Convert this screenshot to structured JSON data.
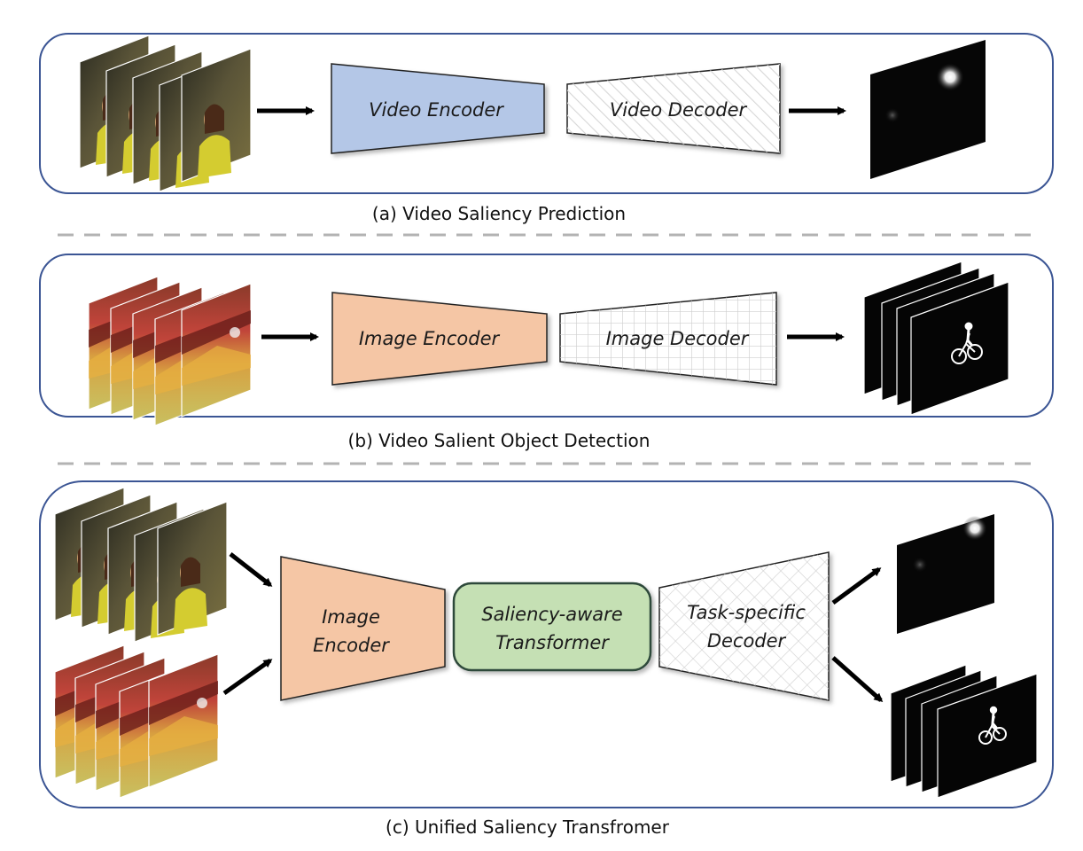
{
  "colors": {
    "panel_border": "#3b5594",
    "video_encoder_fill": "#b4c7e7",
    "image_encoder_fill": "#f5c6a5",
    "transformer_fill": "#c5e0b4",
    "transformer_border": "#2e4a3a",
    "decoder_fill": "#ffffff",
    "dash": "#b3b3b3",
    "arrow": "#000000"
  },
  "panel_a": {
    "encoder_label": "Video Encoder",
    "decoder_label": "Video Decoder",
    "caption": "(a) Video Saliency Prediction",
    "input_icon": "video-frames-stack-icon",
    "output_icon": "saliency-map-icon"
  },
  "panel_b": {
    "encoder_label": "Image Encoder",
    "decoder_label": "Image Decoder",
    "caption": "(b) Video Salient Object Detection",
    "input_icon": "video-frames-stack-icon",
    "output_icon": "object-mask-stack-icon"
  },
  "panel_c": {
    "encoder_label_line1": "Image",
    "encoder_label_line2": "Encoder",
    "transformer_label_line1": "Saliency-aware",
    "transformer_label_line2": "Transformer",
    "decoder_label_line1": "Task-specific",
    "decoder_label_line2": "Decoder",
    "caption": "(c) Unified Saliency Transfromer"
  }
}
